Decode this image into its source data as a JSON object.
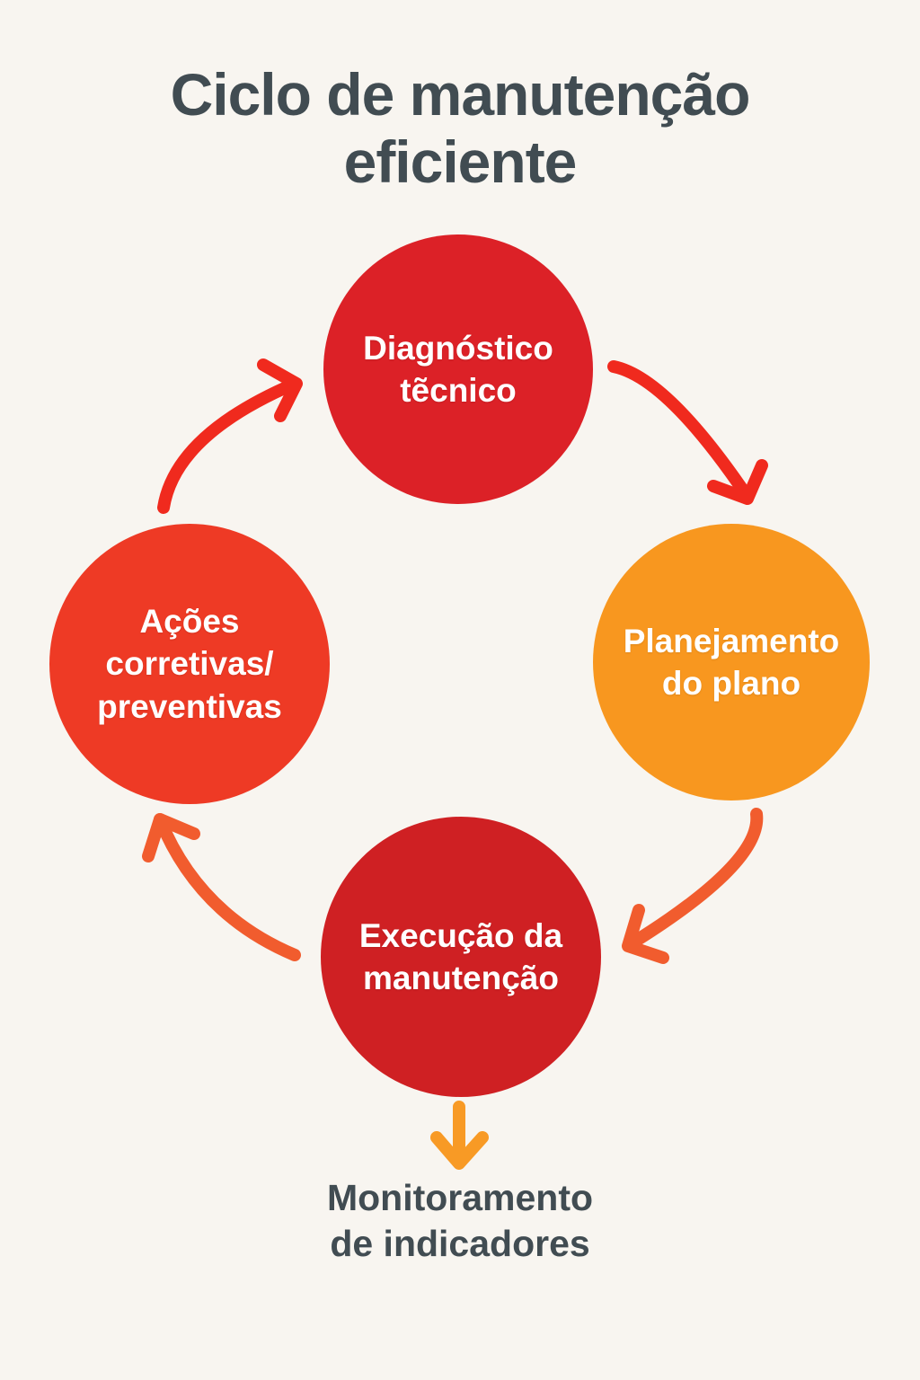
{
  "title": "Ciclo de manutenção\neficiente",
  "cycle": {
    "steps": [
      {
        "id": "diagnostico",
        "label": "Diagnóstico\ntẽcnico",
        "color": "#dc2127"
      },
      {
        "id": "planejamento",
        "label": "Planejamento\ndo plano",
        "color": "#f8971f"
      },
      {
        "id": "execucao",
        "label": "Execução da\nmanutenção",
        "color": "#cf2023"
      },
      {
        "id": "acoes",
        "label": "Ações\ncorretivas/\npreventivas",
        "color": "#ee3a25"
      }
    ]
  },
  "outcome": {
    "label": "Monitoramento\nde indicadores"
  },
  "colors": {
    "background": "#f8f5f0",
    "heading_text": "#414c52",
    "circle_text": "#ffffff",
    "arrow_red": "#f02a1e",
    "arrow_orange_red": "#f15c2e",
    "arrow_down_orange": "#f89a25"
  }
}
